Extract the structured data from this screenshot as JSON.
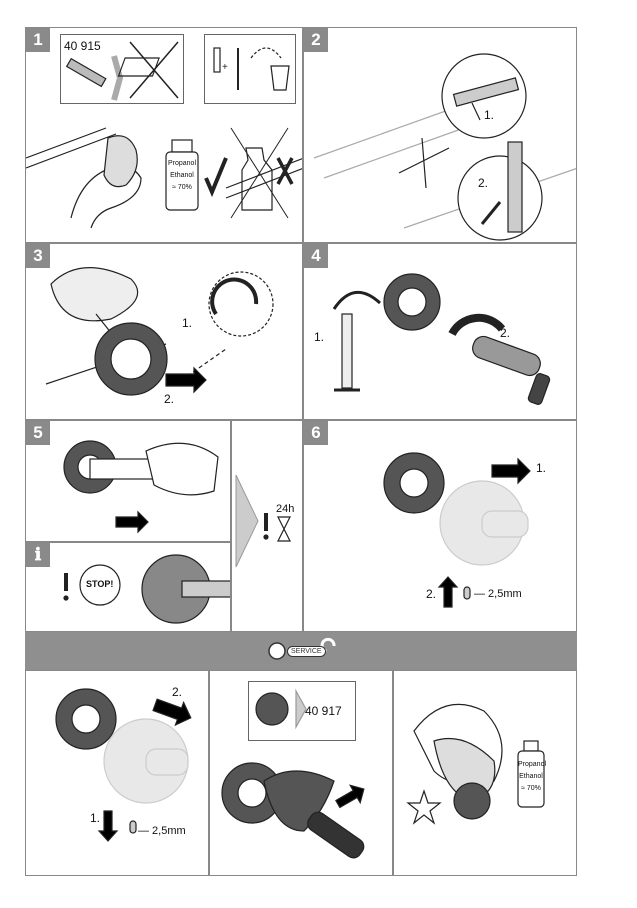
{
  "steps": [
    {
      "number": "1",
      "part_number": "40 915",
      "bottle": {
        "line1": "Propanol",
        "line2": "Ethanol",
        "line3": "≈ 70%"
      }
    },
    {
      "number": "2",
      "labels": [
        "1.",
        "2."
      ]
    },
    {
      "number": "3",
      "labels": [
        "1.",
        "2."
      ]
    },
    {
      "number": "4",
      "labels": [
        "1.",
        "2."
      ]
    },
    {
      "number": "5",
      "time": "24h",
      "stop": "STOP!"
    },
    {
      "number": "6",
      "labels": [
        "1.",
        "2."
      ],
      "gap": "— 2,5mm"
    }
  ],
  "service": {
    "badge": "SERVICE",
    "step_a": {
      "labels": [
        "2.",
        "1."
      ],
      "gap": "— 2,5mm"
    },
    "step_b": {
      "part_number": "40 917"
    },
    "step_c": {
      "bottle": {
        "line1": "Propanol",
        "line2": "Ethanol",
        "line3": "≈ 70%"
      }
    }
  }
}
